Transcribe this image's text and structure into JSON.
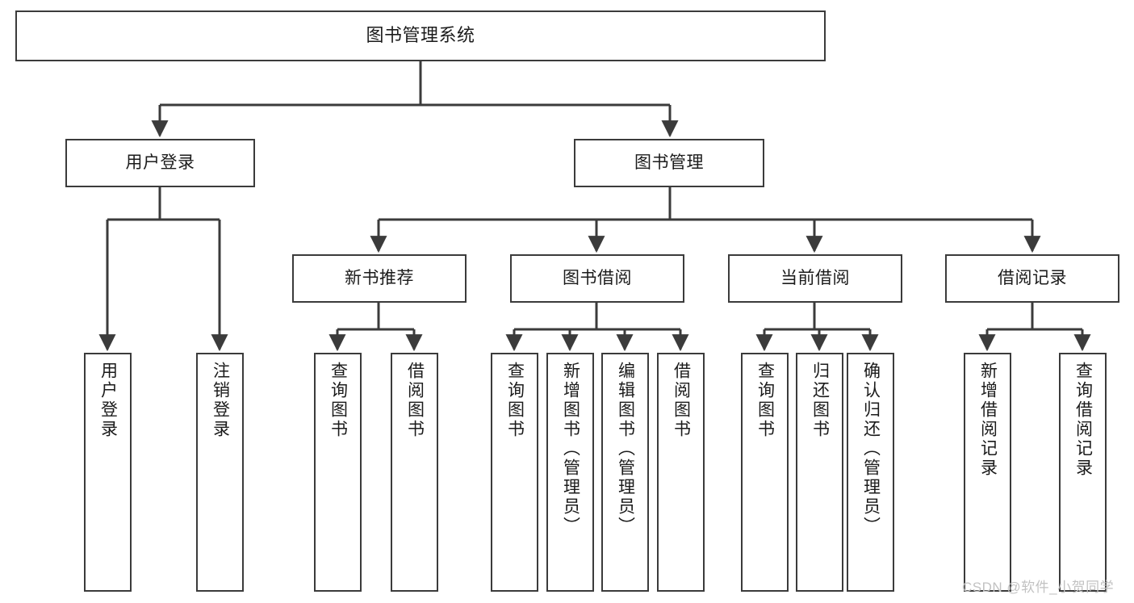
{
  "diagram": {
    "title": "图书管理系统",
    "watermark": "CSDN @软件_小贺同学",
    "colors": {
      "border": "#3b3b3b",
      "text": "#1b1b1b",
      "background": "#ffffff",
      "watermark": "#c2c2c2"
    },
    "nodes": {
      "root": {
        "label": "图书管理系统"
      },
      "level2": [
        {
          "label": "用户登录"
        },
        {
          "label": "图书管理"
        }
      ],
      "level3": [
        {
          "label": "新书推荐"
        },
        {
          "label": "图书借阅"
        },
        {
          "label": "当前借阅"
        },
        {
          "label": "借阅记录"
        }
      ],
      "leaves": {
        "user_login": [
          {
            "label": "用户登录"
          },
          {
            "label": "注销登录"
          }
        ],
        "new_book_recommend": [
          {
            "label": "查询图书"
          },
          {
            "label": "借阅图书"
          }
        ],
        "book_borrow": [
          {
            "label": "查询图书"
          },
          {
            "label": "新增图书（管理员）"
          },
          {
            "label": "编辑图书（管理员）"
          },
          {
            "label": "借阅图书"
          }
        ],
        "current_borrow": [
          {
            "label": "查询图书"
          },
          {
            "label": "归还图书"
          },
          {
            "label": "确认归还（管理员）"
          }
        ],
        "borrow_record": [
          {
            "label": "新增借阅记录"
          },
          {
            "label": "查询借阅记录"
          }
        ]
      }
    }
  }
}
